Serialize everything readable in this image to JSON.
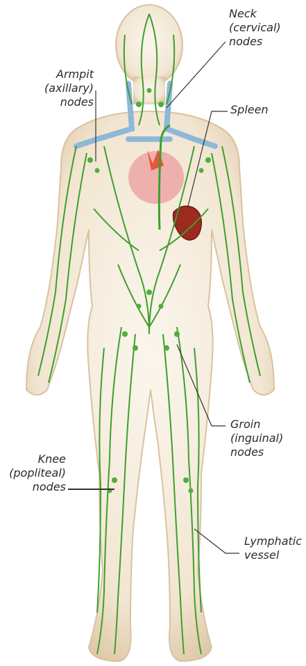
{
  "labels": {
    "neck": [
      "Neck",
      "(cervical)",
      "nodes"
    ],
    "armpit": [
      "Armpit",
      "(axillary)",
      "nodes"
    ],
    "spleen": [
      "Spleen"
    ],
    "groin": [
      "Groin",
      "(inguinal)",
      "nodes"
    ],
    "knee": [
      "Knee",
      "(popliteal)",
      "nodes"
    ],
    "lymphatic": [
      "Lymphatic",
      "vessel"
    ]
  },
  "colors": {
    "body_fill": "#f3e8d6",
    "body_edge": "#d9c2a0",
    "lymph_vessel": "#3f9e2e",
    "lymph_node": "#4daf38",
    "subclavian_vein": "#8fb8d8",
    "heart": "#e8a3a3",
    "spleen": "#9b2a1f",
    "leader_line": "#333333"
  },
  "icons": {
    "heart": "heart-icon",
    "spleen": "spleen-icon"
  }
}
